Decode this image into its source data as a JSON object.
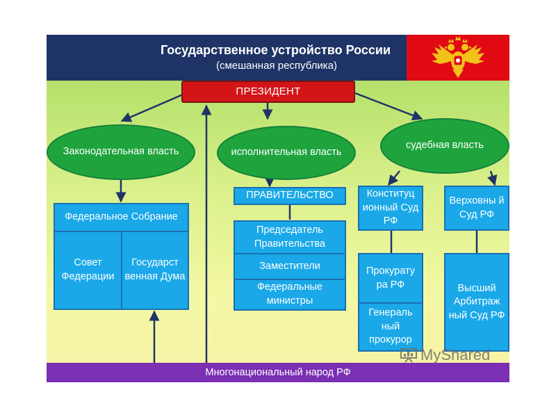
{
  "header": {
    "title": "Государственное устройство России",
    "subtitle": "(смешанная республика)"
  },
  "president": "ПРЕЗИДЕНТ",
  "branches": {
    "legislative": "Законодательная власть",
    "executive": "исполнительная власть",
    "judicial": "судебная власть"
  },
  "legislative": {
    "assembly": "Федеральное Собрание",
    "federation_council": "Совет Федерации",
    "state_duma": "Государст венная Дума"
  },
  "executive": {
    "government": "ПРАВИТЕЛЬСТВО",
    "chairman": "Председатель Правительства",
    "deputies": "Заместители",
    "ministries": "Федеральные министры"
  },
  "judicial": {
    "constitutional_court": "Конституц ионный Суд РФ",
    "prosecutor_office": "Прокурату ра РФ",
    "prosecutor_general": "Генераль ный прокурор",
    "supreme_court": "Верховны й Суд РФ",
    "arbitration_court": "Высший Арбитраж ный Суд РФ"
  },
  "footer": "Многонациональный народ РФ",
  "watermark": "MyShared",
  "colors": {
    "header_bg": "#1f3466",
    "emblem_bg": "#e10a12",
    "president": "#d31518",
    "oval": "#1fa43d",
    "box": "#1aa8e8",
    "footer": "#7b2fb3",
    "arrow": "#1f3466"
  }
}
